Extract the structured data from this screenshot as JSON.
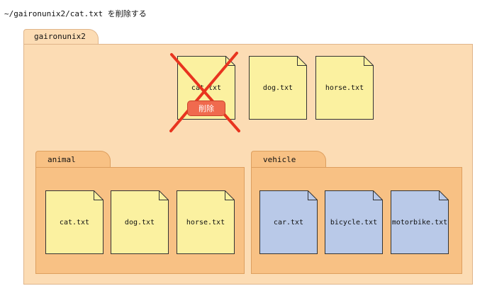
{
  "caption": "~/gaironunix2/cat.txt を削除する",
  "colors": {
    "root_folder": "#fcdcb4",
    "sub_folder": "#f8c184",
    "text_file": "#fbf1a0",
    "other_file": "#b9c9e8",
    "delete_mark": "#e8341f",
    "delete_button": "#f06a4e"
  },
  "root": {
    "name": "gaironunix2",
    "files": [
      "cat.txt",
      "dog.txt",
      "horse.txt"
    ],
    "delete_label": "削除"
  },
  "animal": {
    "name": "animal",
    "files": [
      "cat.txt",
      "dog.txt",
      "horse.txt"
    ]
  },
  "vehicle": {
    "name": "vehicle",
    "files": [
      "car.txt",
      "bicycle.txt",
      "motorbike.txt"
    ]
  }
}
